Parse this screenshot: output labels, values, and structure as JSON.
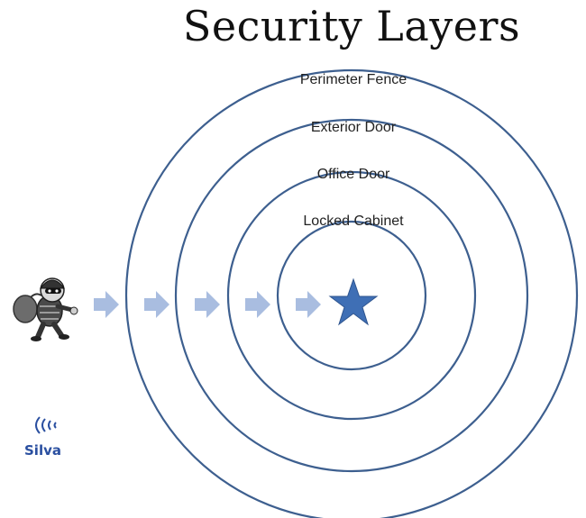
{
  "title": "Security Layers",
  "layers": [
    {
      "label": "Perimeter Fence"
    },
    {
      "label": "Exterior Door"
    },
    {
      "label": "Office Door"
    },
    {
      "label": "Locked Cabinet"
    }
  ],
  "center_icon": "star-icon",
  "intruder_icon": "burglar-icon",
  "arrow_count": 5,
  "logo": {
    "text": "Silva",
    "icon": "signal-waves-icon"
  },
  "colors": {
    "ring": "#3d5f8f",
    "arrow": "#a9bde0",
    "star": "#3f6fb5",
    "logo": "#2a4fa0"
  }
}
